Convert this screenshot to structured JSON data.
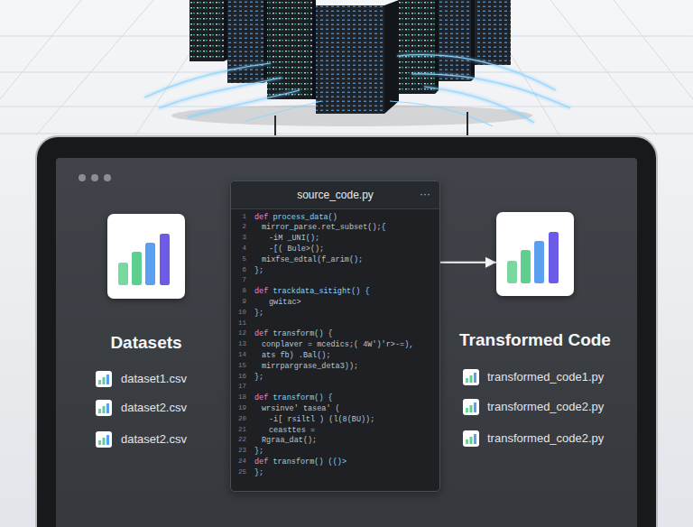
{
  "diagram": {
    "nodes": [
      {
        "text": [
          "Datasets"
        ]
      },
      {
        "text": [
          "source_code.py",
          "···",
          "def process_data()",
          "mirror_parse.ret_subset();{",
          "-iM _UNI();",
          "-[( Bule>();",
          "mixfse_edtal(f_arim();",
          "};",
          "def trackdata_sitight() {",
          "gwitac>",
          "};",
          "def transform() {",
          "conplaver = mcedics;( 4W')'r>-=),",
          "ats fb) .Bal();",
          "mirrpargrase_deta3));",
          "};",
          "def transform() {",
          "wrsinve' tasea' (",
          "-i[ rsiltl ) (l(8(BU));",
          "ceasttes =",
          "Rgraa_dat();",
          "};",
          "def transform() (()>",
          "};"
        ]
      },
      {
        "text": [
          "Transformed Code"
        ]
      }
    ],
    "edges": [
      {
        "from": 1,
        "to": 2,
        "arrow": "to"
      }
    ],
    "labels": [
      "dataset1.csv",
      "dataset2.csv",
      "dataset2.csv",
      "transformed_code1.py",
      "transformed_code2.py",
      "transformed_code2.py",
      "1",
      "2",
      "3",
      "4",
      "5",
      "6",
      "7",
      "8",
      "9",
      "10",
      "11",
      "12",
      "13",
      "14",
      "15",
      "16",
      "17",
      "18",
      "19",
      "20",
      "21",
      "22",
      "23",
      "24",
      "25"
    ]
  }
}
